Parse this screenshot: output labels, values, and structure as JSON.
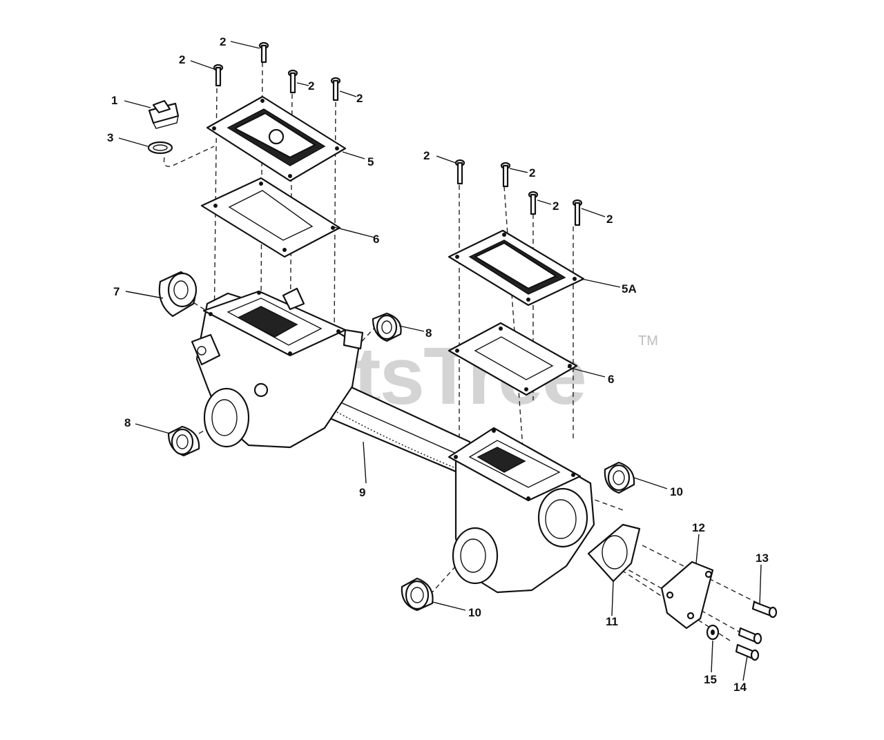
{
  "watermark": {
    "text": "PartsTree",
    "trademark": "TM"
  },
  "callouts": {
    "c1": "1",
    "c2a": "2",
    "c2b": "2",
    "c2c": "2",
    "c2d": "2",
    "c2e": "2",
    "c2f": "2",
    "c2g": "2",
    "c2h": "2",
    "c3": "3",
    "c5": "5",
    "c5a": "5A",
    "c6a": "6",
    "c6b": "6",
    "c7": "7",
    "c8a": "8",
    "c8b": "8",
    "c9": "9",
    "c10a": "10",
    "c10b": "10",
    "c11": "11",
    "c12": "12",
    "c13": "13",
    "c14": "14",
    "c15": "15"
  }
}
